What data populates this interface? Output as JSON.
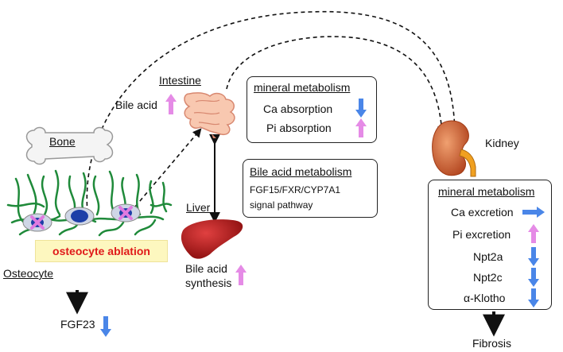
{
  "labels": {
    "intestine": "Intestine",
    "bile_acid": "Bile acid",
    "bone": "Bone",
    "liver": "Liver",
    "osteocyte": "Osteocyte",
    "ablation": "osteocyte ablation",
    "bile_synthesis_line1": "Bile acid",
    "bile_synthesis_line2": "synthesis",
    "fgf23": "FGF23",
    "kidney": "Kidney",
    "fibrosis": "Fibrosis"
  },
  "intestine_mineral_box": {
    "title": "mineral metabolism",
    "rows": [
      {
        "label": "Ca absorption",
        "direction": "down",
        "color": "#4a86e8"
      },
      {
        "label": "Pi absorption",
        "direction": "up",
        "color": "#e58be6"
      }
    ]
  },
  "bile_box": {
    "title": "Bile acid metabolism",
    "line1": "FGF15/FXR/CYP7A1",
    "line2": "signal pathway"
  },
  "kidney_mineral_box": {
    "title": "mineral metabolism",
    "rows": [
      {
        "label": "Ca excretion",
        "direction": "right",
        "color": "#4a86e8"
      },
      {
        "label": "Pi excretion",
        "direction": "up",
        "color": "#e58be6"
      },
      {
        "label": "Npt2a",
        "direction": "down",
        "color": "#4a86e8"
      },
      {
        "label": "Npt2c",
        "direction": "down",
        "color": "#4a86e8"
      },
      {
        "label": "α-Klotho",
        "direction": "down",
        "color": "#4a86e8"
      }
    ]
  },
  "colors": {
    "up_arrow": "#e58be6",
    "down_arrow": "#4a86e8",
    "ablation_text": "#e01a1a",
    "ablation_bg": "#fdf7bf",
    "osteocyte_network": "#1f8a3a",
    "liver": "#b01818",
    "kidney": "#d05a2a"
  }
}
